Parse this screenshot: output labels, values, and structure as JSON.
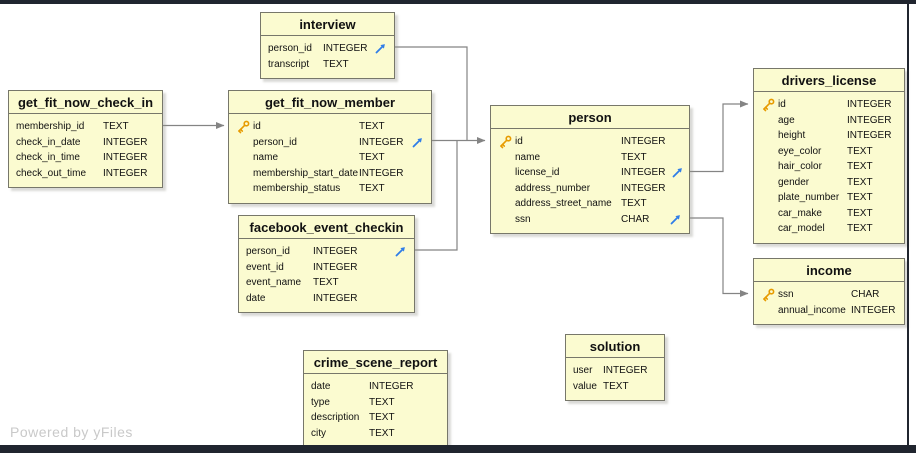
{
  "frame": {
    "bar_color": "#20252f",
    "watermark": "Powered by yFiles"
  },
  "colors": {
    "table_fill": "#FBFBD0",
    "table_border": "#77776a",
    "edge": "#848484",
    "primary_key_icon": "#E79B00",
    "foreign_key_icon": "#2F7DE8"
  },
  "icons": {
    "primary_key": "key-icon",
    "foreign_key": "arrow-up-right-icon"
  },
  "tables": {
    "interview": {
      "title": "interview",
      "rows": [
        {
          "name": "person_id",
          "type": "INTEGER"
        },
        {
          "name": "transcript",
          "type": "TEXT"
        }
      ]
    },
    "get_fit_now_check_in": {
      "title": "get_fit_now_check_in",
      "rows": [
        {
          "name": "membership_id",
          "type": "TEXT"
        },
        {
          "name": "check_in_date",
          "type": "INTEGER"
        },
        {
          "name": "check_in_time",
          "type": "INTEGER"
        },
        {
          "name": "check_out_time",
          "type": "INTEGER"
        }
      ]
    },
    "get_fit_now_member": {
      "title": "get_fit_now_member",
      "rows": [
        {
          "name": "id",
          "type": "TEXT"
        },
        {
          "name": "person_id",
          "type": "INTEGER"
        },
        {
          "name": "name",
          "type": "TEXT"
        },
        {
          "name": "membership_start_date",
          "type": "INTEGER"
        },
        {
          "name": "membership_status",
          "type": "TEXT"
        }
      ]
    },
    "facebook_event_checkin": {
      "title": "facebook_event_checkin",
      "rows": [
        {
          "name": "person_id",
          "type": "INTEGER"
        },
        {
          "name": "event_id",
          "type": "INTEGER"
        },
        {
          "name": "event_name",
          "type": "TEXT"
        },
        {
          "name": "date",
          "type": "INTEGER"
        }
      ]
    },
    "person": {
      "title": "person",
      "rows": [
        {
          "name": "id",
          "type": "INTEGER"
        },
        {
          "name": "name",
          "type": "TEXT"
        },
        {
          "name": "license_id",
          "type": "INTEGER"
        },
        {
          "name": "address_number",
          "type": "INTEGER"
        },
        {
          "name": "address_street_name",
          "type": "TEXT"
        },
        {
          "name": "ssn",
          "type": "CHAR"
        }
      ]
    },
    "drivers_license": {
      "title": "drivers_license",
      "rows": [
        {
          "name": "id",
          "type": "INTEGER"
        },
        {
          "name": "age",
          "type": "INTEGER"
        },
        {
          "name": "height",
          "type": "INTEGER"
        },
        {
          "name": "eye_color",
          "type": "TEXT"
        },
        {
          "name": "hair_color",
          "type": "TEXT"
        },
        {
          "name": "gender",
          "type": "TEXT"
        },
        {
          "name": "plate_number",
          "type": "TEXT"
        },
        {
          "name": "car_make",
          "type": "TEXT"
        },
        {
          "name": "car_model",
          "type": "TEXT"
        }
      ]
    },
    "income": {
      "title": "income",
      "rows": [
        {
          "name": "ssn",
          "type": "CHAR"
        },
        {
          "name": "annual_income",
          "type": "INTEGER"
        }
      ]
    },
    "crime_scene_report": {
      "title": "crime_scene_report",
      "rows": [
        {
          "name": "date",
          "type": "INTEGER"
        },
        {
          "name": "type",
          "type": "TEXT"
        },
        {
          "name": "description",
          "type": "TEXT"
        },
        {
          "name": "city",
          "type": "TEXT"
        }
      ]
    },
    "solution": {
      "title": "solution",
      "rows": [
        {
          "name": "user",
          "type": "INTEGER"
        },
        {
          "name": "value",
          "type": "TEXT"
        }
      ]
    }
  }
}
